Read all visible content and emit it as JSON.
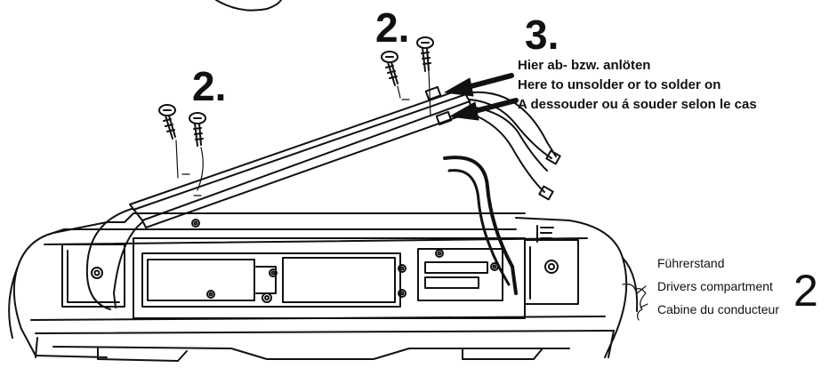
{
  "steps": {
    "left": "2.",
    "middle": "2.",
    "right": "3."
  },
  "solder_note": {
    "lines": [
      "Hier ab- bzw. anlöten",
      "Here to unsolder or to solder on",
      "A dessouder ou á souder selon le cas"
    ]
  },
  "compartment_label": {
    "lines": [
      "Führerstand",
      "Drivers compartment",
      "Cabine du conducteur"
    ]
  },
  "page_number": "2"
}
